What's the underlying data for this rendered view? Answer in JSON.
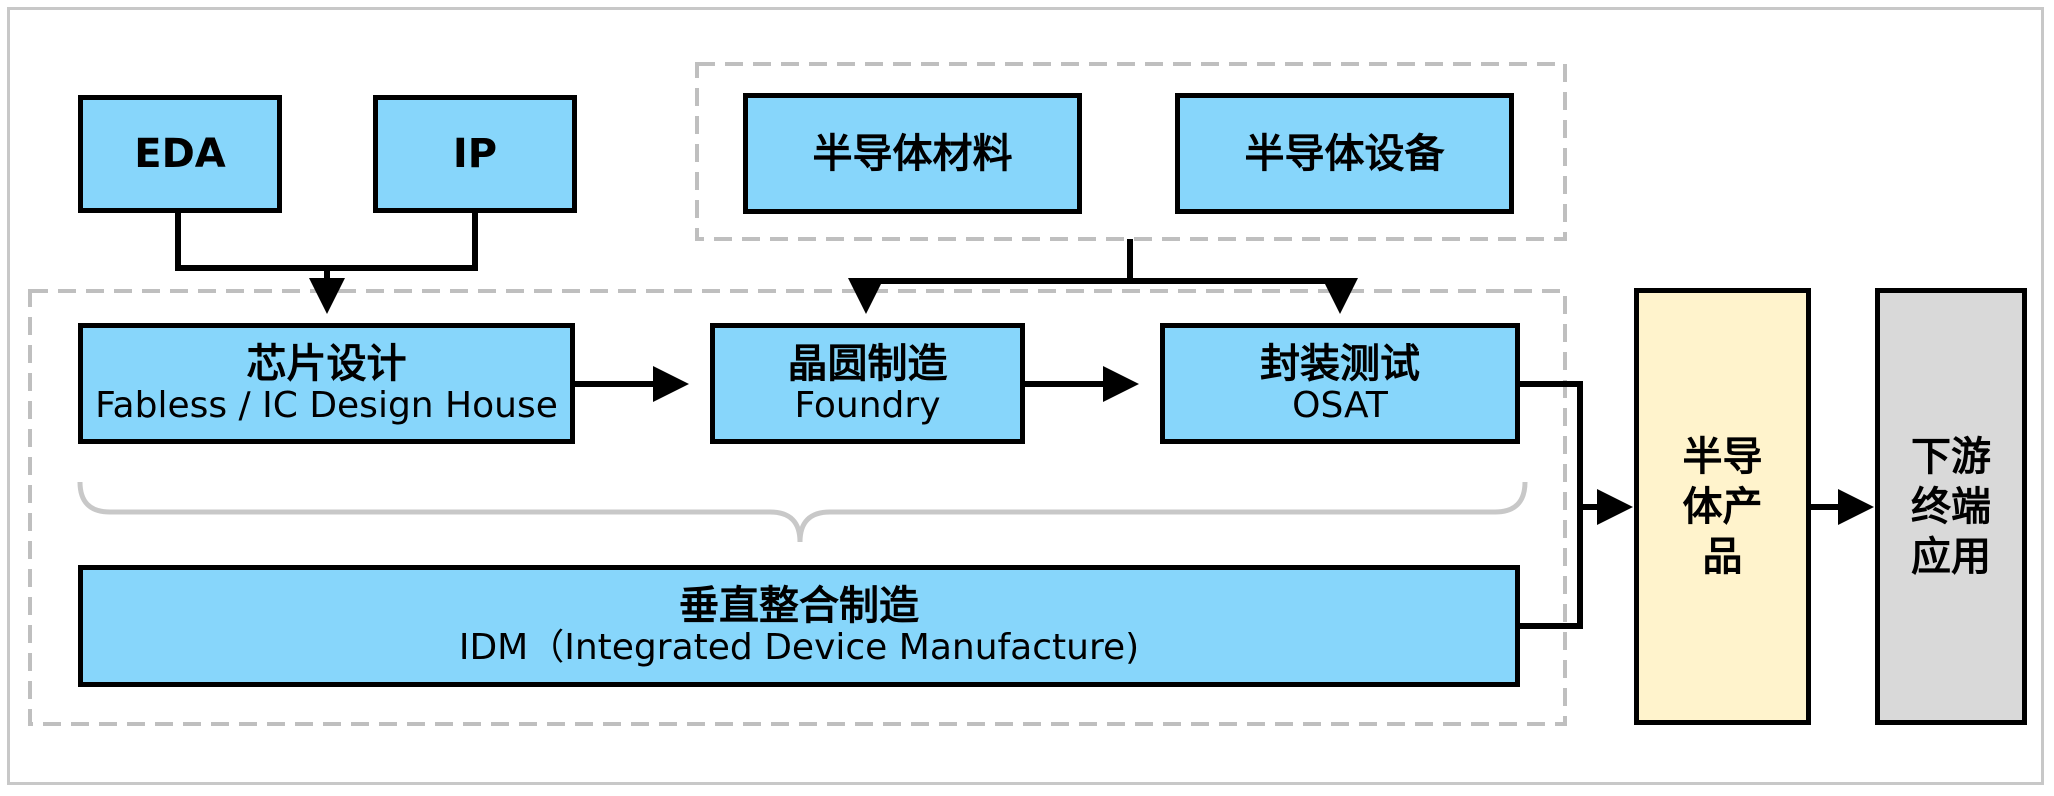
{
  "diagram": {
    "eda": "EDA",
    "ip": "IP",
    "materials": "半导体材料",
    "equipment": "半导体设备",
    "chip_design": {
      "title": "芯片设计",
      "subtitle": "Fabless / IC Design House"
    },
    "wafer_fab": {
      "title": "晶圆制造",
      "subtitle": "Foundry"
    },
    "packaging": {
      "title": "封装测试",
      "subtitle": "OSAT"
    },
    "idm": {
      "title": "垂直整合制造",
      "subtitle": "IDM（Integrated Device Manufacture)"
    },
    "product": "半导体产品",
    "downstream": "下游终端应用"
  },
  "colors": {
    "box_fill": "#87d6fb",
    "product_fill": "#fff3cc",
    "downstream_fill": "#d9d9d9",
    "dashed_border": "#bfbfbf",
    "brace": "#c8c8c8"
  }
}
